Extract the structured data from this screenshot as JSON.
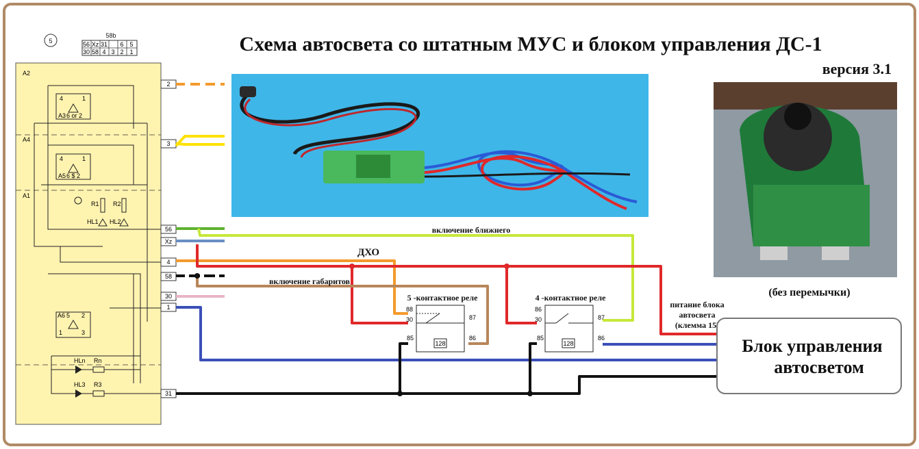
{
  "title": "Схема автосвета со штатным МУС и блоком управления ДС-1",
  "version": "версия 3.1",
  "photo_caption": "(без перемычки)",
  "control_block": {
    "line1": "Блок управления",
    "line2": "автосветом"
  },
  "labels": {
    "low_beam_on": "включение ближнего",
    "dxo": "ДХО",
    "parking_on": "включение габаритов",
    "power_line1": "питание блока",
    "power_line2": "автосвета",
    "power_line3": "(клемма 15)"
  },
  "relay5": {
    "title": "5 -контактное реле",
    "pins": [
      "88",
      "30",
      "87",
      "85",
      "86"
    ],
    "coil": "128"
  },
  "relay4": {
    "title": "4 -контактное реле",
    "pins": [
      "86",
      "30",
      "87",
      "85",
      "86"
    ],
    "coil": "128"
  },
  "connector": {
    "number": "5",
    "header": "58b",
    "top_row": [
      "56",
      "Xz",
      "31",
      "",
      "6",
      "5"
    ],
    "bottom_row": [
      "30",
      "58",
      "4",
      "3",
      "2",
      "1"
    ]
  },
  "pins": [
    "2",
    "3",
    "56",
    "Xz",
    "4",
    "58",
    "30",
    "1",
    "31"
  ],
  "module_labels": {
    "a2": "A2",
    "a4": "A4",
    "a1": "A1",
    "a3": "A3",
    "a5": "A5",
    "a6": "A6",
    "r1": "R1",
    "r2": "R2",
    "hl1": "HL1",
    "hl2": "HL2",
    "hln": "HLn",
    "rn": "Rn",
    "hl3": "HL3",
    "r3": "R3",
    "p4": "4",
    "p1": "1",
    "p5": "5",
    "p2": "2",
    "p6": "6",
    "p3": "3",
    "a3_pins": "6 or 2",
    "a5_pins": "6 $ 2"
  },
  "colors": {
    "border": "#b08a66",
    "module_fill": "#fff3b0",
    "orange": "#f39a2c",
    "yellow": "#ffe100",
    "green": "#5fb22f",
    "lime": "#c6e83a",
    "blue_grey": "#6a8fc4",
    "red": "#e0282a",
    "brown": "#b8865a",
    "pink": "#e8b6c6",
    "blue": "#3a4fb8",
    "black": "#111111"
  }
}
